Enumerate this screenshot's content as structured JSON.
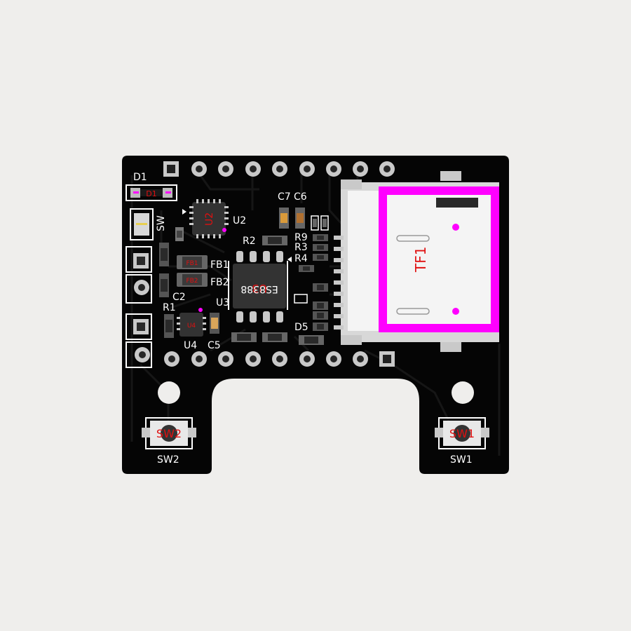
{
  "board": {
    "colors": {
      "background": "#efeeec",
      "pcb": "#050505",
      "trace": "#151515",
      "silkscreen": "#ffffff",
      "pad": "#c9c9c9",
      "fab_text": "#e01010",
      "highlight": "#ff00ff"
    },
    "labels": {
      "d1": "D1",
      "sw_side": "SW",
      "u2": "U2",
      "r2": "R2",
      "c7": "C7",
      "c6": "C6",
      "r9": "R9",
      "r3": "R3",
      "r4": "R4",
      "fb1": "FB1",
      "fb2": "FB2",
      "c2": "C2",
      "u3": "U3",
      "r1": "R1",
      "u4": "U4",
      "c5": "C5",
      "d5": "D5",
      "sw2": "SW2",
      "sw1": "SW1"
    },
    "fab": {
      "d1": "D1",
      "u2": "U2",
      "fb1": "FB1",
      "fb2": "FB2",
      "u3": "U3",
      "u3_part": "ES8388",
      "u4": "U4",
      "tf1": "TF1",
      "sw2": "SW2",
      "sw1": "SW1"
    }
  }
}
